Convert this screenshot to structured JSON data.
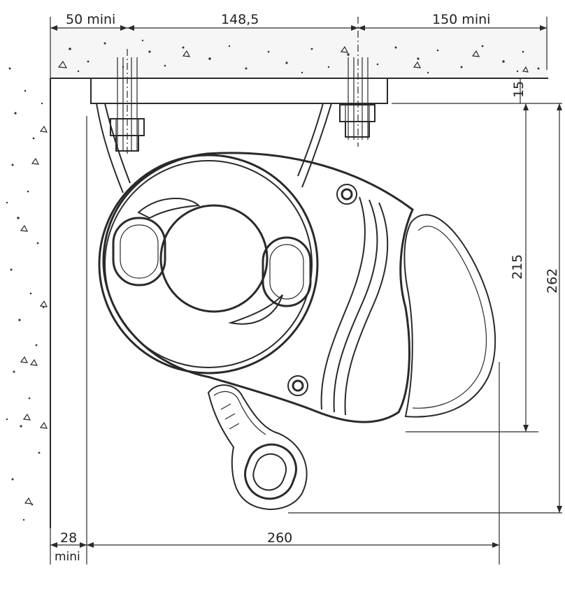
{
  "dimensions": {
    "top_left": "50 mini",
    "top_middle": "148,5",
    "top_right": "150 mini",
    "plate_thickness": "15",
    "height_inner": "215",
    "height_outer": "262",
    "bottom_left_value": "28",
    "bottom_left_unit": "mini",
    "bottom_width": "260"
  },
  "colors": {
    "line": "#2a2a2a",
    "concrete_fill": "#f4f4f4",
    "background": "#ffffff"
  },
  "icons": {
    "concrete_texture": "concrete-hatch",
    "bolt": "hex-nut",
    "shackle": "hook-shackle"
  }
}
